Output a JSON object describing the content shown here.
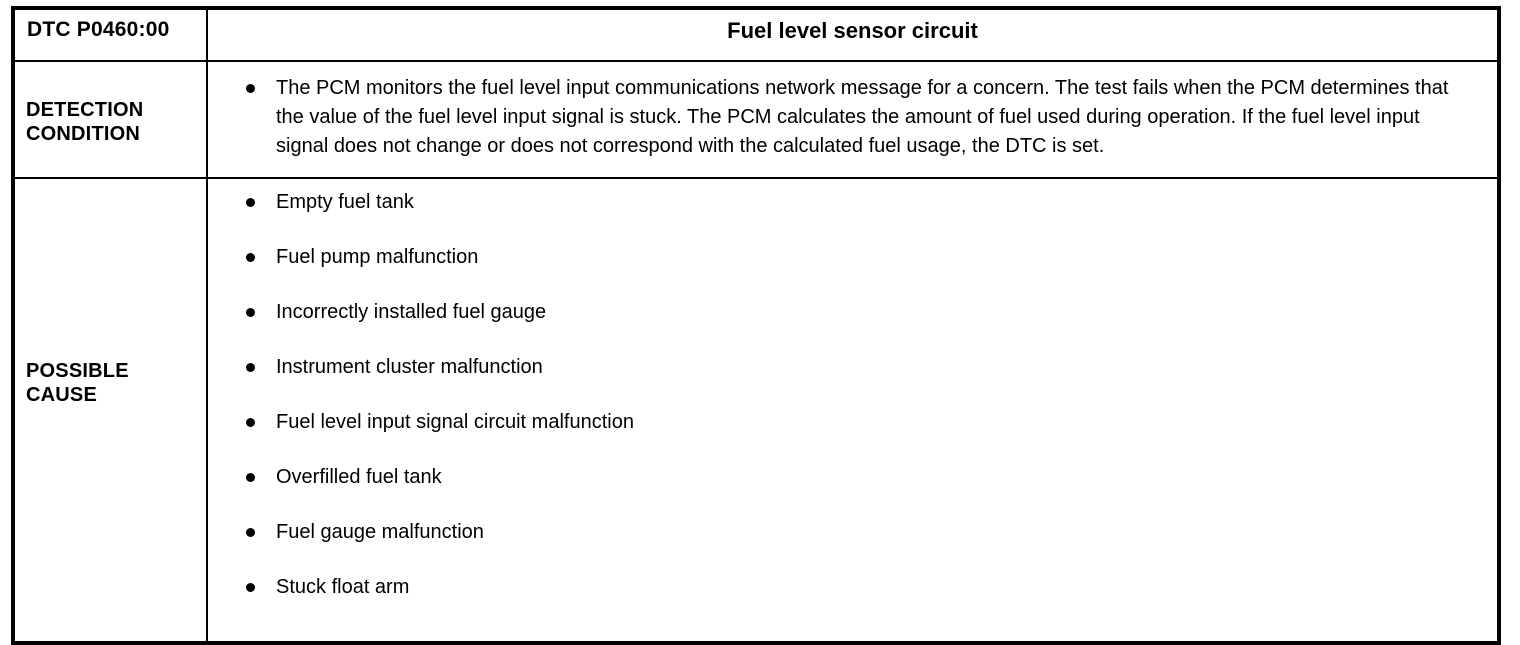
{
  "document": {
    "type": "dtc-diagnostic-table"
  },
  "header": {
    "dtc_code": "DTC P0460:00",
    "title": "Fuel level sensor circuit"
  },
  "detection_condition": {
    "label": "DETECTION\nCONDITION",
    "bullets": [
      "The PCM monitors the fuel level input communications network message for a concern. The test fails when the PCM determines that the value of the fuel level input signal is stuck. The PCM calculates the amount of fuel used during operation. If the fuel level input signal does not change or does not correspond with the calculated fuel usage, the DTC is set."
    ]
  },
  "possible_cause": {
    "label": "POSSIBLE\nCAUSE",
    "items": [
      "Empty fuel tank",
      "Fuel pump malfunction",
      "Incorrectly installed fuel gauge",
      "Instrument cluster malfunction",
      "Fuel level input signal circuit malfunction",
      "Overfilled fuel tank",
      "Fuel gauge malfunction",
      "Stuck float arm"
    ]
  },
  "style": {
    "border_color": "#000000",
    "text_color": "#000000",
    "background": "#ffffff"
  }
}
